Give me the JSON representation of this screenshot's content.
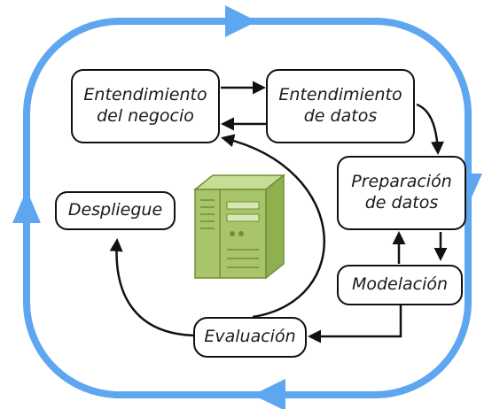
{
  "diagram": {
    "nodes": {
      "business_understanding": {
        "line1": "Entendimiento",
        "line2": "del negocio"
      },
      "data_understanding": {
        "line1": "Entendimiento",
        "line2": "de datos"
      },
      "data_preparation": {
        "line1": "Preparación",
        "line2": "de datos"
      },
      "modeling": {
        "label": "Modelación"
      },
      "evaluation": {
        "label": "Evaluación"
      },
      "deployment": {
        "label": "Despliegue"
      }
    },
    "center_icon": "server-icon",
    "colors": {
      "outer_cycle": "#5fa6f0",
      "arrows": "#111111",
      "server_body": "#a9c56b",
      "server_outline": "#6f8f36"
    }
  }
}
